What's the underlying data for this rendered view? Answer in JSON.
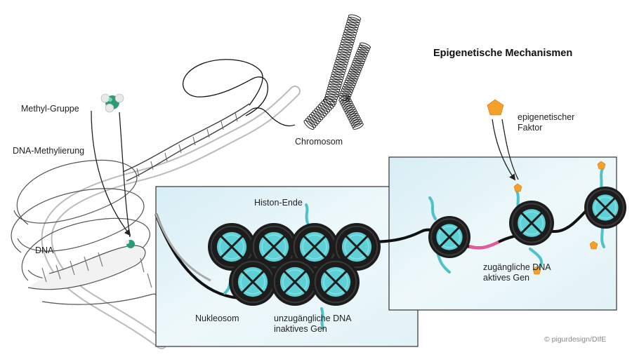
{
  "title": "Epigenetische Mechanismen",
  "labels": {
    "methyl_group": "Methyl-Gruppe",
    "dna_methylation": "DNA-Methylierung",
    "dna": "DNA",
    "chromosome": "Chromosom",
    "histone_tail": "Histon-Ende",
    "nucleosome": "Nukleosom",
    "inaccessible_dna_line1": "unzugängliche DNA",
    "inaccessible_dna_line2": "inaktives Gen",
    "accessible_dna_line1": "zugängliche DNA",
    "accessible_dna_line2": "aktives Gen",
    "epigenetic_factor_line1": "epigenetischer",
    "epigenetic_factor_line2": "Faktor"
  },
  "credit": "© pigurdesign/DIfE",
  "colors": {
    "panel_fill": "#e3f3f8",
    "panel_stroke": "#333333",
    "nucleosome_core": "#5ed0d6",
    "histone_tail": "#4ec2c8",
    "methyl_green": "#2a9a78",
    "factor_orange": "#f5a02a",
    "accessible_dna": "#e8589c"
  },
  "icons": [
    "methyl-molecule-icon",
    "epigenetic-factor-icon",
    "nucleosome-icon",
    "chromosome-icon",
    "dna-helix-icon"
  ]
}
